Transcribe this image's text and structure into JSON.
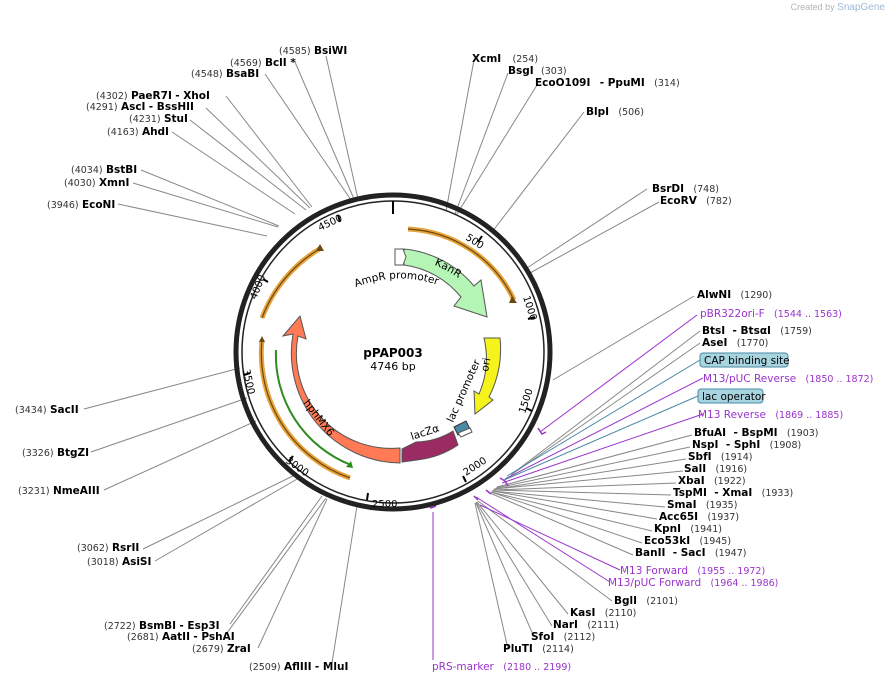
{
  "credit": {
    "prefix": "Created by",
    "brand": "SnapGene"
  },
  "plasmid": {
    "name": "pPAP003",
    "size_label": "4746 bp",
    "length": 4746
  },
  "ticks": [
    "500",
    "1000",
    "1500",
    "2000",
    "2500",
    "3000",
    "3500",
    "4000",
    "4500"
  ],
  "features": [
    {
      "name": "KanR",
      "type": "arrow",
      "color": "#b5f5b5"
    },
    {
      "name": "AmpR promoter",
      "type": "promoter"
    },
    {
      "name": "ori",
      "type": "arrow",
      "color": "#f5f21c"
    },
    {
      "name": "lac promoter",
      "type": "promoter"
    },
    {
      "name": "lacZα",
      "type": "arrow",
      "color": "#9b2c63"
    },
    {
      "name": "hphMX6",
      "type": "arrow",
      "color": "#ff7a55"
    }
  ],
  "enzymes_left": [
    {
      "pos": "(4585)",
      "name": "BsiWI"
    },
    {
      "pos": "(4569)",
      "name": "BclI *"
    },
    {
      "pos": "(4548)",
      "name": "BsaBI"
    },
    {
      "pos": "(4302)",
      "name": "PaeR7I",
      "name2": "- XhoI"
    },
    {
      "pos": "(4291)",
      "name": "AscI",
      "name2": "- BssHII"
    },
    {
      "pos": "(4231)",
      "name": "StuI"
    },
    {
      "pos": "(4163)",
      "name": "AhdI"
    },
    {
      "pos": "(4034)",
      "name": "BstBI"
    },
    {
      "pos": "(4030)",
      "name": "XmnI"
    },
    {
      "pos": "(3946)",
      "name": "EcoNI"
    },
    {
      "pos": "(3434)",
      "name": "SacII"
    },
    {
      "pos": "(3326)",
      "name": "BtgZI"
    },
    {
      "pos": "(3231)",
      "name": "NmeAIII"
    },
    {
      "pos": "(3062)",
      "name": "RsrII"
    },
    {
      "pos": "(3018)",
      "name": "AsiSI"
    },
    {
      "pos": "(2722)",
      "name": "BsmBI",
      "name2": "- Esp3I"
    },
    {
      "pos": "(2681)",
      "name": "AatII",
      "name2": "- PshAI"
    },
    {
      "pos": "(2679)",
      "name": "ZraI"
    },
    {
      "pos": "(2509)",
      "name": "AflIII",
      "name2": "- MluI"
    }
  ],
  "enzymes_right": [
    {
      "name": "XcmI",
      "pos": "(254)"
    },
    {
      "name": "BsgI",
      "pos": "(303)"
    },
    {
      "name": "EcoO109I",
      "name2": "- PpuMI",
      "pos": "(314)"
    },
    {
      "name": "BlpI",
      "pos": "(506)"
    },
    {
      "name": "BsrDI",
      "pos": "(748)"
    },
    {
      "name": "EcoRV",
      "pos": "(782)"
    },
    {
      "name": "AlwNI",
      "pos": "(1290)"
    },
    {
      "name": "BtsI",
      "name2": "- BtsαI",
      "pos": "(1759)"
    },
    {
      "name": "AseI",
      "pos": "(1770)"
    },
    {
      "name": "BfuAI",
      "name2": "- BspMI",
      "pos": "(1903)"
    },
    {
      "name": "NspI",
      "name2": "- SphI",
      "pos": "(1908)"
    },
    {
      "name": "SbfI",
      "pos": "(1914)"
    },
    {
      "name": "SalI",
      "pos": "(1916)"
    },
    {
      "name": "XbaI",
      "pos": "(1922)"
    },
    {
      "name": "TspMI",
      "name2": "- XmaI",
      "pos": "(1933)"
    },
    {
      "name": "SmaI",
      "pos": "(1935)"
    },
    {
      "name": "Acc65I",
      "pos": "(1937)"
    },
    {
      "name": "KpnI",
      "pos": "(1941)"
    },
    {
      "name": "Eco53kI",
      "pos": "(1945)"
    },
    {
      "name": "BanII",
      "name2": "- SacI",
      "pos": "(1947)"
    },
    {
      "name": "BglI",
      "pos": "(2101)"
    },
    {
      "name": "KasI",
      "pos": "(2110)"
    },
    {
      "name": "NarI",
      "pos": "(2111)"
    },
    {
      "name": "SfoI",
      "pos": "(2112)"
    },
    {
      "name": "PluTI",
      "pos": "(2114)"
    }
  ],
  "primers": [
    {
      "name": "pBR322ori-F",
      "range": "(1544 .. 1563)"
    },
    {
      "name": "M13/pUC Reverse",
      "range": "(1850 .. 1872)"
    },
    {
      "name": "M13 Reverse",
      "range": "(1869 .. 1885)"
    },
    {
      "name": "M13 Forward",
      "range": "(1955 .. 1972)"
    },
    {
      "name": "M13/pUC Forward",
      "range": "(1964 .. 1986)"
    },
    {
      "name": "pRS-marker",
      "range": "(2180 .. 2199)"
    }
  ],
  "boxed_features": [
    {
      "name": "CAP binding site",
      "color": "#a8d4df"
    },
    {
      "name": "lac operator",
      "color": "#a8d4df"
    }
  ]
}
